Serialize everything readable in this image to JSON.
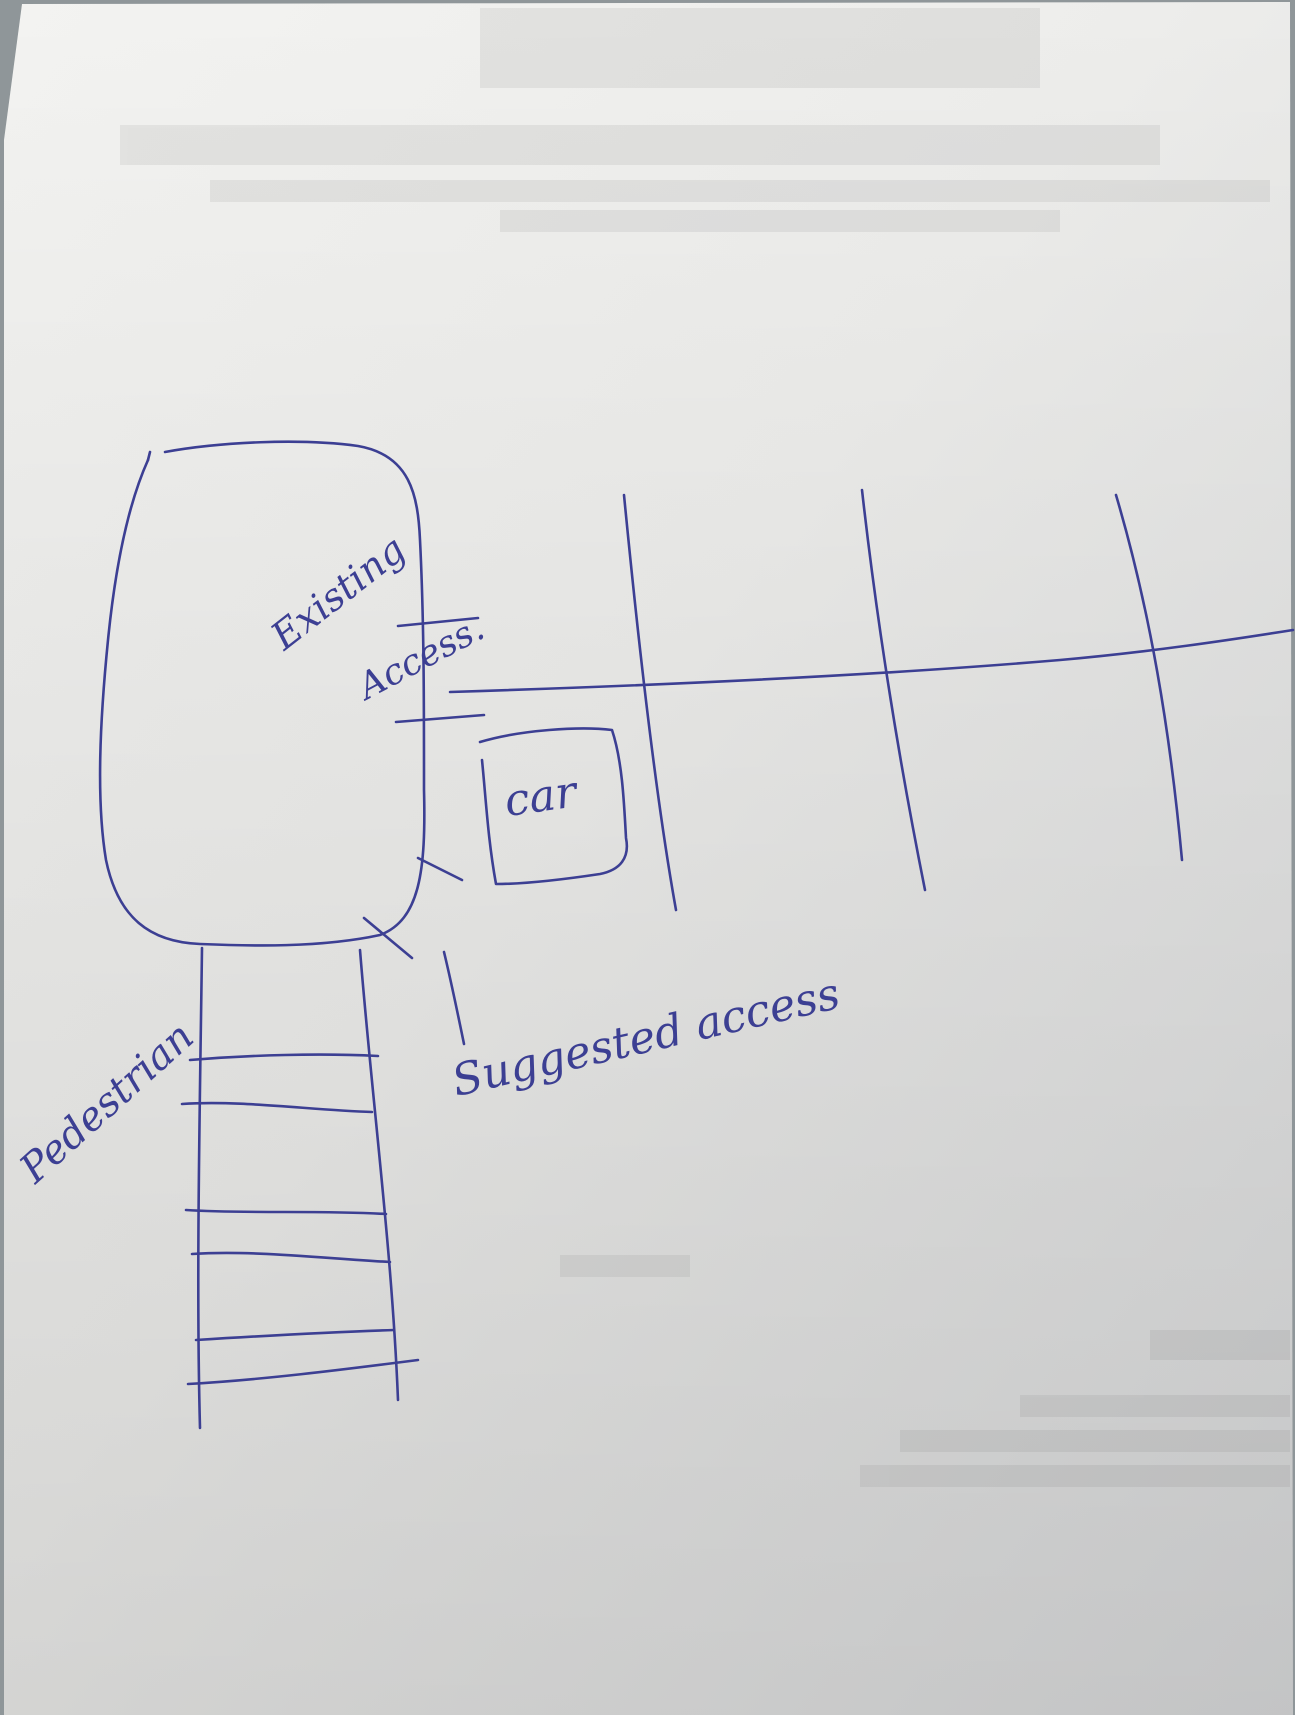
{
  "labels": {
    "existing": "Existing",
    "access": "Access.",
    "car": "car",
    "suggested_access": "Suggested access",
    "pedestrian": "Pedestrian"
  },
  "colors": {
    "ink": "#3c3f93",
    "paper": "#ececea"
  }
}
